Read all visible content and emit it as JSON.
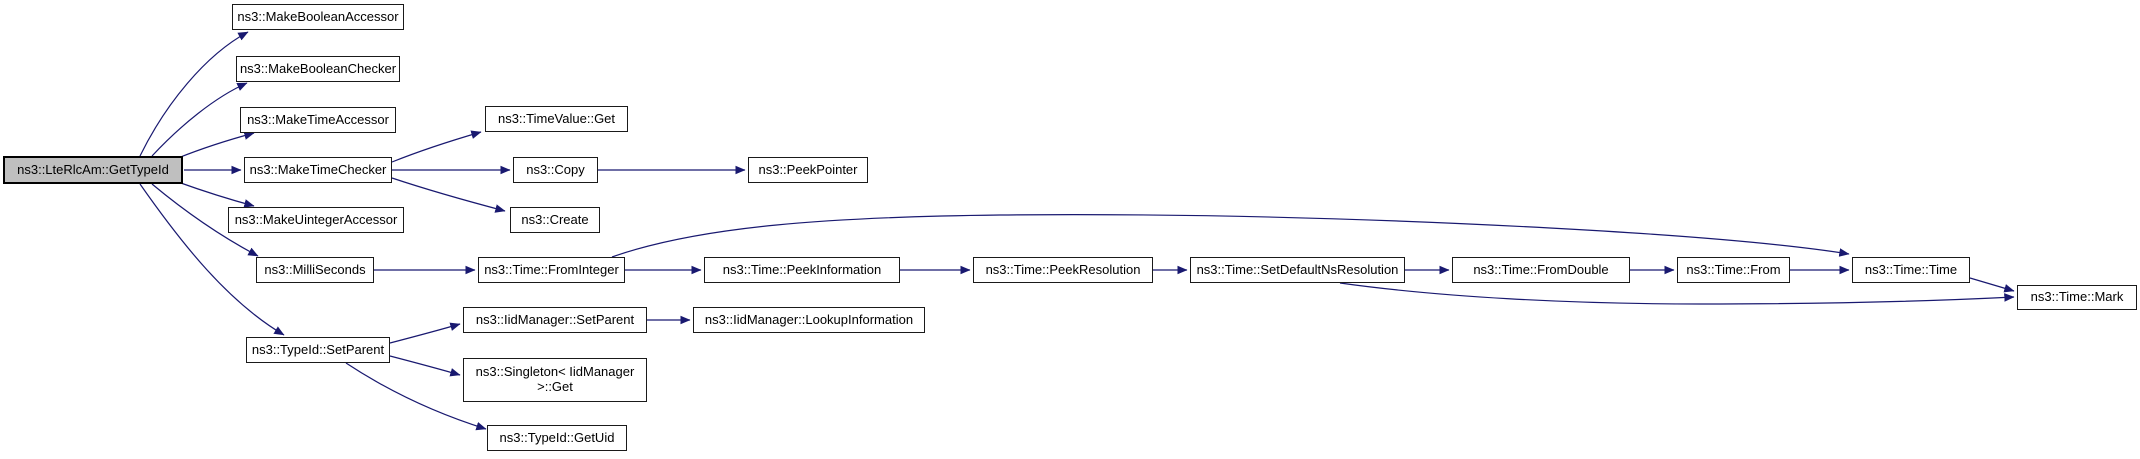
{
  "diagram": {
    "type": "call-graph",
    "tool_style": "doxygen-graphviz",
    "root": "ns3::LteRlcAm::GetTypeId",
    "colors": {
      "edge_color": "#191970",
      "node_border": "#1a1a1a",
      "node_fill": "#ffffff",
      "root_fill": "#bfbfbf",
      "text_color": "#000000",
      "background": "#ffffff"
    },
    "nodes": [
      {
        "id": "root",
        "label": "ns3::LteRlcAm::GetTypeId"
      },
      {
        "id": "make_boolean_accessor",
        "label": "ns3::MakeBooleanAccessor"
      },
      {
        "id": "make_boolean_checker",
        "label": "ns3::MakeBooleanChecker"
      },
      {
        "id": "make_time_accessor",
        "label": "ns3::MakeTimeAccessor"
      },
      {
        "id": "make_time_checker",
        "label": "ns3::MakeTimeChecker"
      },
      {
        "id": "make_uinteger_accessor",
        "label": "ns3::MakeUintegerAccessor"
      },
      {
        "id": "milli_seconds",
        "label": "ns3::MilliSeconds"
      },
      {
        "id": "typeid_set_parent",
        "label": "ns3::TypeId::SetParent"
      },
      {
        "id": "timevalue_get",
        "label": "ns3::TimeValue::Get"
      },
      {
        "id": "copy",
        "label": "ns3::Copy"
      },
      {
        "id": "create",
        "label": "ns3::Create"
      },
      {
        "id": "peek_pointer",
        "label": "ns3::PeekPointer"
      },
      {
        "id": "time_from_integer",
        "label": "ns3::Time::FromInteger"
      },
      {
        "id": "time_peek_information",
        "label": "ns3::Time::PeekInformation"
      },
      {
        "id": "time_peek_resolution",
        "label": "ns3::Time::PeekResolution"
      },
      {
        "id": "time_set_default_ns_resolution",
        "label": "ns3::Time::SetDefaultNsResolution"
      },
      {
        "id": "time_from_double",
        "label": "ns3::Time::FromDouble"
      },
      {
        "id": "time_from",
        "label": "ns3::Time::From"
      },
      {
        "id": "time_time",
        "label": "ns3::Time::Time"
      },
      {
        "id": "time_mark",
        "label": "ns3::Time::Mark"
      },
      {
        "id": "iidmanager_set_parent",
        "label": "ns3::IidManager::SetParent"
      },
      {
        "id": "iidmanager_lookup_information",
        "label": "ns3::IidManager::LookupInformation"
      },
      {
        "id": "singleton_get",
        "label": "ns3::Singleton< IidManager >::Get"
      },
      {
        "id": "typeid_get_uid",
        "label": "ns3::TypeId::GetUid"
      }
    ],
    "edges": [
      {
        "from": "root",
        "to": "make_boolean_accessor"
      },
      {
        "from": "root",
        "to": "make_boolean_checker"
      },
      {
        "from": "root",
        "to": "make_time_accessor"
      },
      {
        "from": "root",
        "to": "make_time_checker"
      },
      {
        "from": "root",
        "to": "make_uinteger_accessor"
      },
      {
        "from": "root",
        "to": "milli_seconds"
      },
      {
        "from": "root",
        "to": "typeid_set_parent"
      },
      {
        "from": "make_time_checker",
        "to": "timevalue_get"
      },
      {
        "from": "make_time_checker",
        "to": "copy"
      },
      {
        "from": "make_time_checker",
        "to": "create"
      },
      {
        "from": "copy",
        "to": "peek_pointer"
      },
      {
        "from": "milli_seconds",
        "to": "time_from_integer"
      },
      {
        "from": "time_from_integer",
        "to": "time_peek_information"
      },
      {
        "from": "time_from_integer",
        "to": "time_time"
      },
      {
        "from": "time_peek_information",
        "to": "time_peek_resolution"
      },
      {
        "from": "time_peek_resolution",
        "to": "time_set_default_ns_resolution"
      },
      {
        "from": "time_set_default_ns_resolution",
        "to": "time_from_double"
      },
      {
        "from": "time_set_default_ns_resolution",
        "to": "time_mark"
      },
      {
        "from": "time_from_double",
        "to": "time_from"
      },
      {
        "from": "time_from",
        "to": "time_time"
      },
      {
        "from": "time_time",
        "to": "time_mark"
      },
      {
        "from": "typeid_set_parent",
        "to": "iidmanager_set_parent"
      },
      {
        "from": "iidmanager_set_parent",
        "to": "iidmanager_lookup_information"
      },
      {
        "from": "typeid_set_parent",
        "to": "singleton_get"
      },
      {
        "from": "typeid_set_parent",
        "to": "typeid_get_uid"
      }
    ]
  }
}
